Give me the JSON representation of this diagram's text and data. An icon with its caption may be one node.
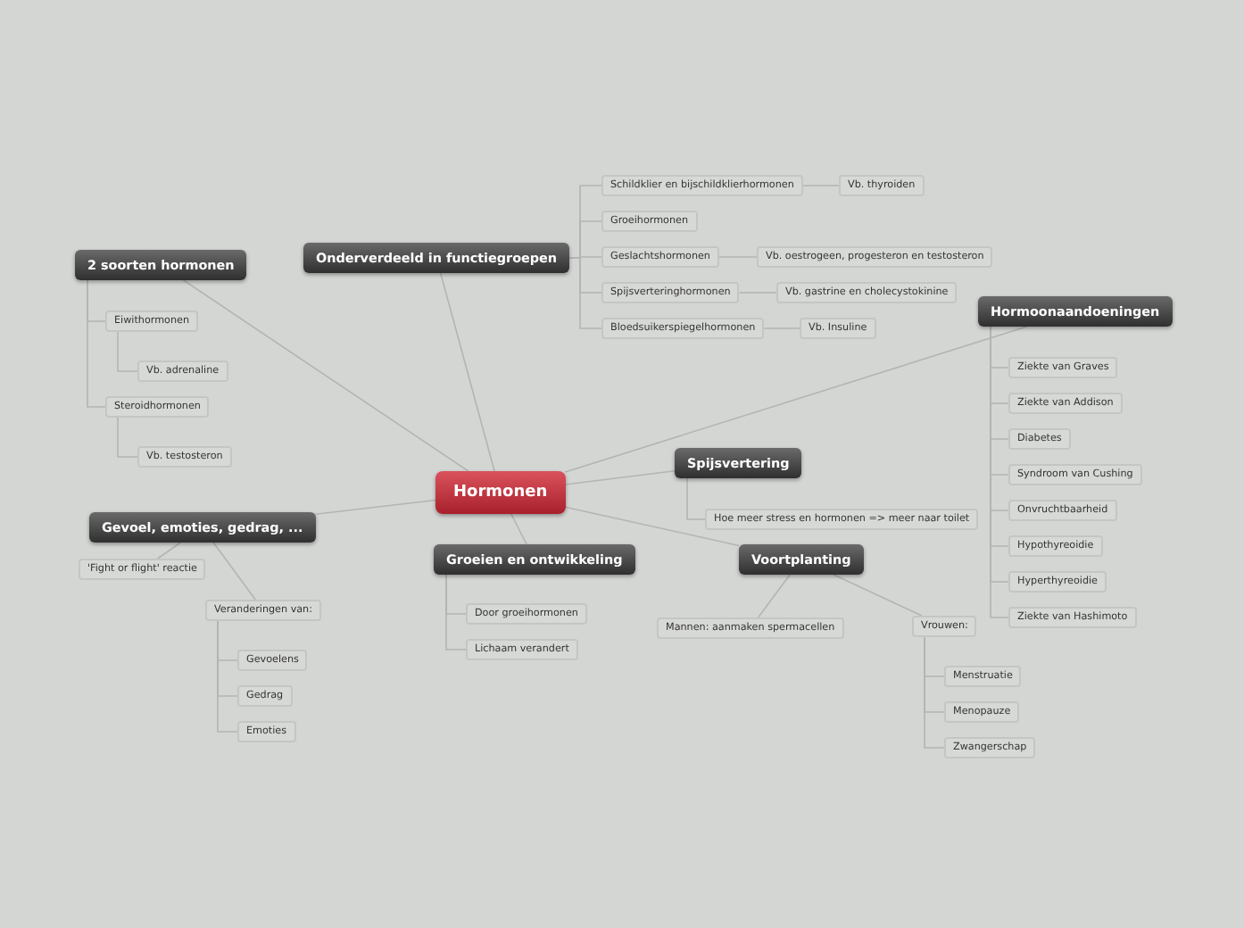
{
  "diagram": {
    "nodes": [
      {
        "text": [
          "Hormonen"
        ]
      },
      {
        "text": [
          "2 soorten hormonen"
        ]
      },
      {
        "text": [
          "Eiwithormonen"
        ]
      },
      {
        "text": [
          "Vb. adrenaline"
        ]
      },
      {
        "text": [
          "Steroidhormonen"
        ]
      },
      {
        "text": [
          "Vb. testosteron"
        ]
      },
      {
        "text": [
          "Onderverdeeld in functiegroepen"
        ]
      },
      {
        "text": [
          "Schildklier en bijschildklierhormonen"
        ]
      },
      {
        "text": [
          "Vb. thyroiden"
        ]
      },
      {
        "text": [
          "Groeihormonen"
        ]
      },
      {
        "text": [
          "Geslachtshormonen"
        ]
      },
      {
        "text": [
          "Vb. oestrogeen, progesteron en testosteron"
        ]
      },
      {
        "text": [
          "Spijsverteringhormonen"
        ]
      },
      {
        "text": [
          "Vb. gastrine en cholecystokinine"
        ]
      },
      {
        "text": [
          "Bloedsuikerspiegelhormonen"
        ]
      },
      {
        "text": [
          "Vb. Insuline"
        ]
      },
      {
        "text": [
          "Hormoonaandoeningen"
        ]
      },
      {
        "text": [
          "Ziekte van Graves"
        ]
      },
      {
        "text": [
          "Ziekte van Addison"
        ]
      },
      {
        "text": [
          "Diabetes"
        ]
      },
      {
        "text": [
          "Syndroom van Cushing"
        ]
      },
      {
        "text": [
          "Onvruchtbaarheid"
        ]
      },
      {
        "text": [
          "Hypothyreoidie"
        ]
      },
      {
        "text": [
          "Hyperthyreoidie"
        ]
      },
      {
        "text": [
          "Ziekte van Hashimoto"
        ]
      },
      {
        "text": [
          "Spijsvertering"
        ]
      },
      {
        "text": [
          "Hoe meer stress en hormonen => meer naar toilet"
        ]
      },
      {
        "text": [
          "Voortplanting"
        ]
      },
      {
        "text": [
          "Mannen: aanmaken spermacellen"
        ]
      },
      {
        "text": [
          "Vrouwen:"
        ]
      },
      {
        "text": [
          "Menstruatie"
        ]
      },
      {
        "text": [
          "Menopauze"
        ]
      },
      {
        "text": [
          "Zwangerschap"
        ]
      },
      {
        "text": [
          "Groeien en ontwikkeling"
        ]
      },
      {
        "text": [
          "Door groeihormonen"
        ]
      },
      {
        "text": [
          "Lichaam verandert"
        ]
      },
      {
        "text": [
          "Gevoel, emoties, gedrag, ..."
        ]
      },
      {
        "text": [
          "'Fight or flight' reactie"
        ]
      },
      {
        "text": [
          "Veranderingen van:"
        ]
      },
      {
        "text": [
          "Gevoelens"
        ]
      },
      {
        "text": [
          "Gedrag"
        ]
      },
      {
        "text": [
          "Emoties"
        ]
      }
    ],
    "edges": [
      {
        "from": 0,
        "to": 1,
        "arrow": "none"
      },
      {
        "from": 1,
        "to": 2,
        "arrow": "none"
      },
      {
        "from": 2,
        "to": 3,
        "arrow": "none"
      },
      {
        "from": 1,
        "to": 4,
        "arrow": "none"
      },
      {
        "from": 4,
        "to": 5,
        "arrow": "none"
      },
      {
        "from": 0,
        "to": 6,
        "arrow": "none"
      },
      {
        "from": 6,
        "to": 7,
        "arrow": "none"
      },
      {
        "from": 7,
        "to": 8,
        "arrow": "none"
      },
      {
        "from": 6,
        "to": 9,
        "arrow": "none"
      },
      {
        "from": 6,
        "to": 10,
        "arrow": "none"
      },
      {
        "from": 10,
        "to": 11,
        "arrow": "none"
      },
      {
        "from": 6,
        "to": 12,
        "arrow": "none"
      },
      {
        "from": 12,
        "to": 13,
        "arrow": "none"
      },
      {
        "from": 6,
        "to": 14,
        "arrow": "none"
      },
      {
        "from": 14,
        "to": 15,
        "arrow": "none"
      },
      {
        "from": 0,
        "to": 16,
        "arrow": "none"
      },
      {
        "from": 16,
        "to": 17,
        "arrow": "none"
      },
      {
        "from": 16,
        "to": 18,
        "arrow": "none"
      },
      {
        "from": 16,
        "to": 19,
        "arrow": "none"
      },
      {
        "from": 16,
        "to": 20,
        "arrow": "none"
      },
      {
        "from": 16,
        "to": 21,
        "arrow": "none"
      },
      {
        "from": 16,
        "to": 22,
        "arrow": "none"
      },
      {
        "from": 16,
        "to": 23,
        "arrow": "none"
      },
      {
        "from": 16,
        "to": 24,
        "arrow": "none"
      },
      {
        "from": 0,
        "to": 25,
        "arrow": "none"
      },
      {
        "from": 25,
        "to": 26,
        "arrow": "none"
      },
      {
        "from": 0,
        "to": 27,
        "arrow": "none"
      },
      {
        "from": 27,
        "to": 28,
        "arrow": "none"
      },
      {
        "from": 27,
        "to": 29,
        "arrow": "none"
      },
      {
        "from": 29,
        "to": 30,
        "arrow": "none"
      },
      {
        "from": 29,
        "to": 31,
        "arrow": "none"
      },
      {
        "from": 29,
        "to": 32,
        "arrow": "none"
      },
      {
        "from": 0,
        "to": 33,
        "arrow": "none"
      },
      {
        "from": 33,
        "to": 34,
        "arrow": "none"
      },
      {
        "from": 33,
        "to": 35,
        "arrow": "none"
      },
      {
        "from": 0,
        "to": 36,
        "arrow": "none"
      },
      {
        "from": 36,
        "to": 37,
        "arrow": "none"
      },
      {
        "from": 36,
        "to": 38,
        "arrow": "none"
      },
      {
        "from": 38,
        "to": 39,
        "arrow": "none"
      },
      {
        "from": 38,
        "to": 40,
        "arrow": "none"
      },
      {
        "from": 38,
        "to": 41,
        "arrow": "none"
      }
    ]
  }
}
